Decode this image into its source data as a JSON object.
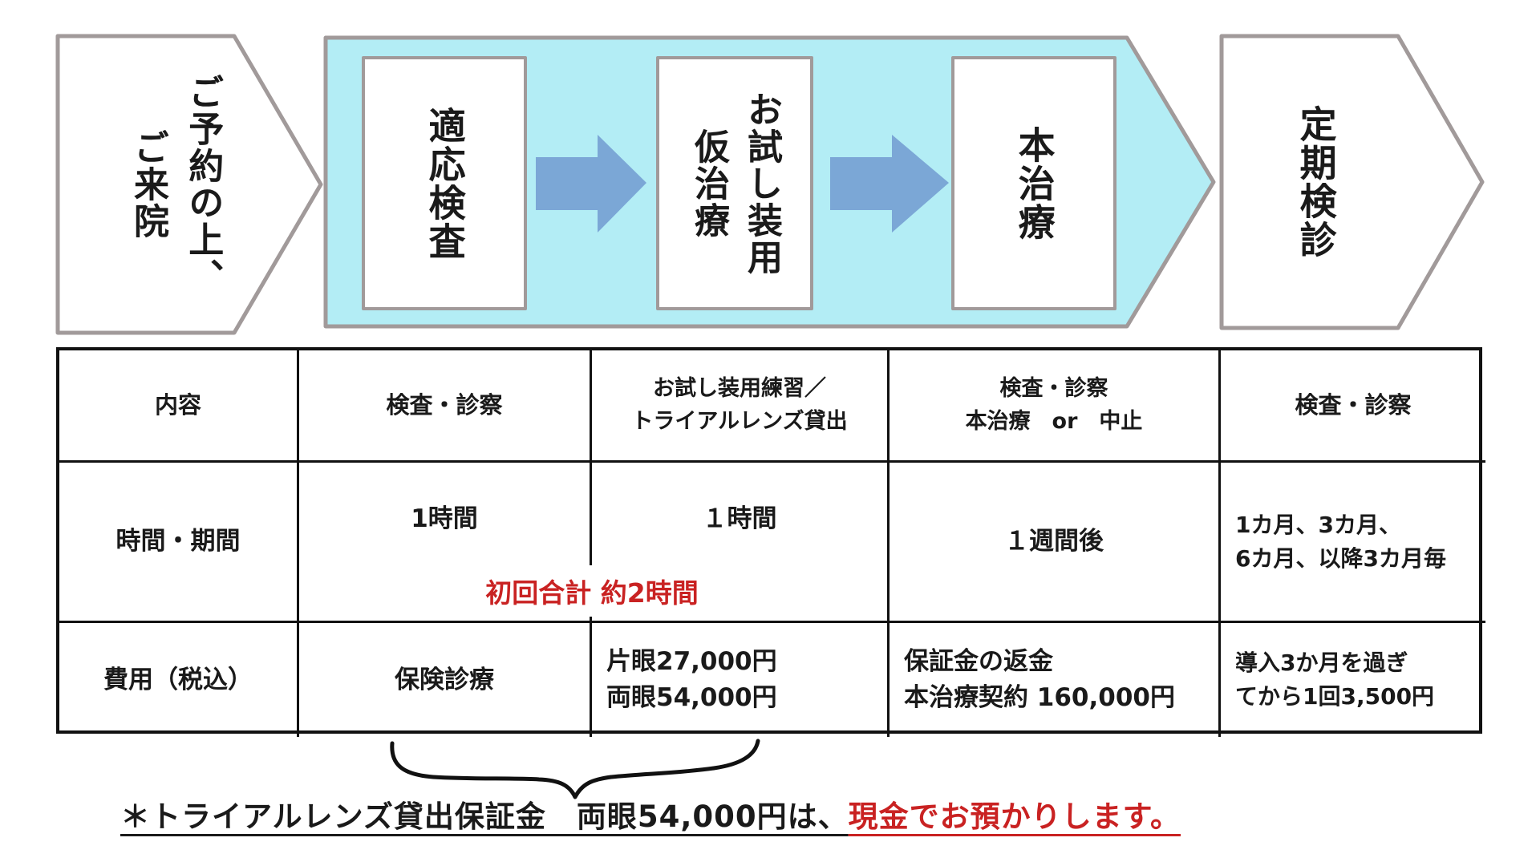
{
  "colors": {
    "highlight_cyan": "#b3edf5",
    "arrow_blue": "#7ba7d6",
    "outline_gray": "#a19a9a",
    "accent_red": "#c92222",
    "text_black": "#1a1a1a"
  },
  "flow": {
    "pre_step": "ご予約の上、\nご来院",
    "steps": [
      "適応検査",
      "お試し装用\n仮治療",
      "本治療"
    ],
    "post_step": "定期検診"
  },
  "table": {
    "rows": [
      {
        "cells": [
          "内容",
          "検査・診察",
          "お試し装用練習／\nトライアルレンズ貸出",
          "検査・診察\n本治療　or　中止",
          "検査・診察"
        ]
      },
      {
        "cells": [
          "時間・期間",
          "1時間",
          "１時間",
          "１週間後",
          "1カ月、3カ月、\n6カ月、以降3カ月毎"
        ]
      },
      {
        "cells": [
          "費用（税込）",
          "保険診療",
          "片眼27,000円\n両眼54,000円",
          "保証金の返金\n本治療契約 160,000円",
          "導入3か月を過ぎ\nてから1回3,500円"
        ]
      }
    ],
    "first_visit_note": "初回合計 約2時間"
  },
  "footnote": {
    "black_part": "＊トライアルレンズ貸出保証金　両眼54,000円は、",
    "red_part": "現金でお預かりします。"
  }
}
